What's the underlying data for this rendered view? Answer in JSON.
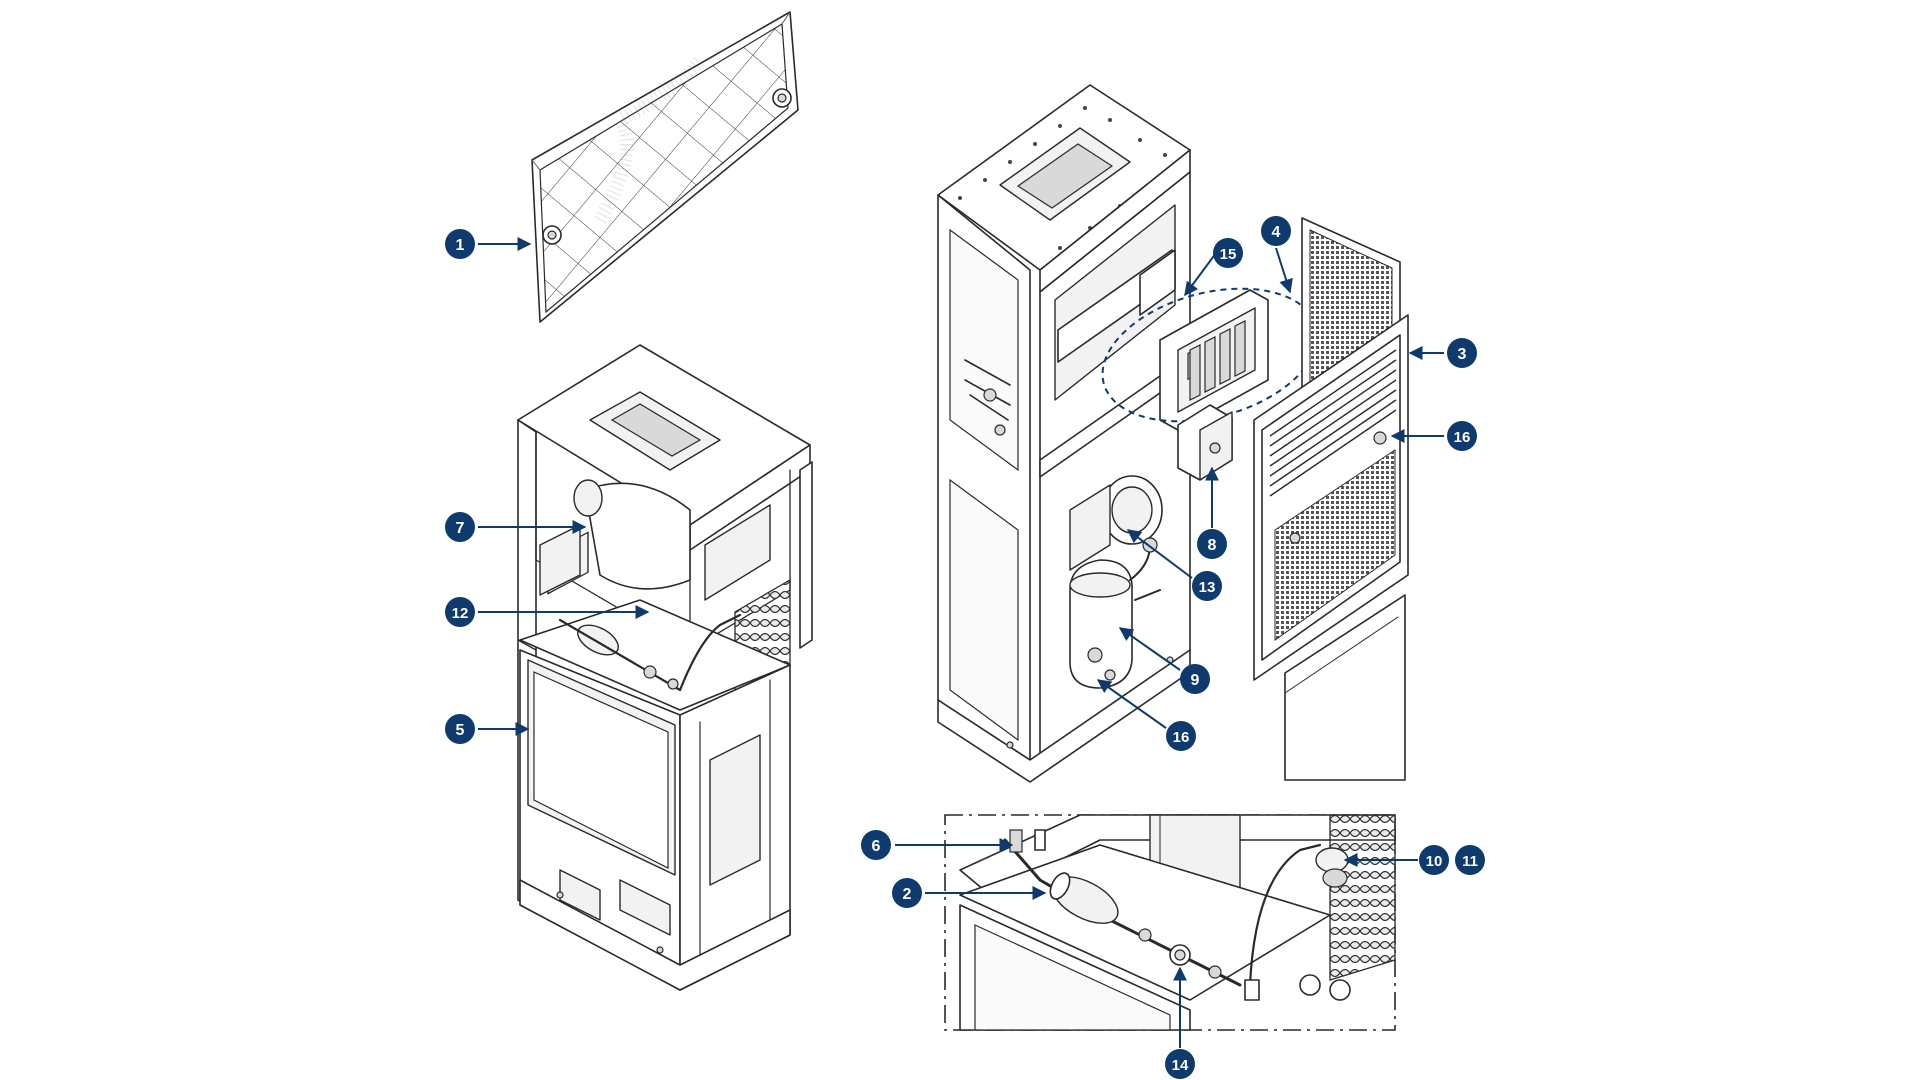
{
  "colors": {
    "callout": "#0e3a6e",
    "arrow": "#0e3a6e",
    "line": "#2a2a2a",
    "background": "#ffffff"
  },
  "callouts": [
    {
      "id": "c1",
      "label": "1"
    },
    {
      "id": "c2",
      "label": "2"
    },
    {
      "id": "c3",
      "label": "3"
    },
    {
      "id": "c4",
      "label": "4"
    },
    {
      "id": "c5",
      "label": "5"
    },
    {
      "id": "c6",
      "label": "6"
    },
    {
      "id": "c7",
      "label": "7"
    },
    {
      "id": "c8",
      "label": "8"
    },
    {
      "id": "c9",
      "label": "9"
    },
    {
      "id": "c10",
      "label": "10"
    },
    {
      "id": "c11",
      "label": "11"
    },
    {
      "id": "c12",
      "label": "12"
    },
    {
      "id": "c13",
      "label": "13"
    },
    {
      "id": "c14",
      "label": "14"
    },
    {
      "id": "c15",
      "label": "15"
    },
    {
      "id": "c16a",
      "label": "16"
    },
    {
      "id": "c16b",
      "label": "16"
    }
  ]
}
